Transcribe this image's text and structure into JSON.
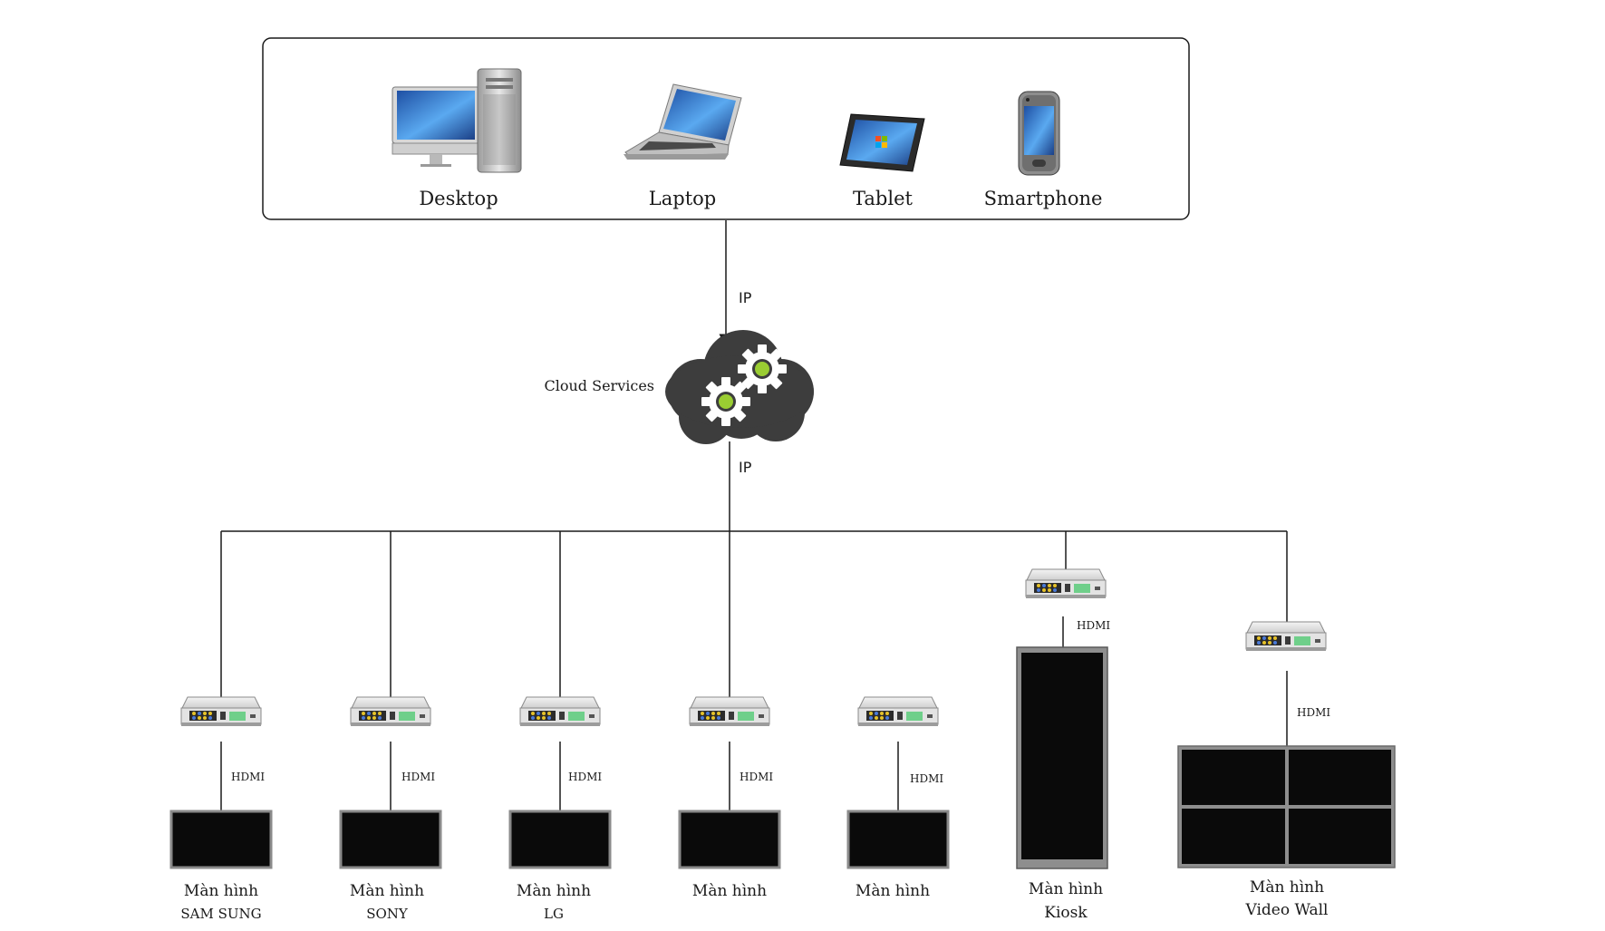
{
  "clients": {
    "desktop": "Desktop",
    "laptop": "Laptop",
    "tablet": "Tablet",
    "smartphone": "Smartphone"
  },
  "links": {
    "top": "IP",
    "bottom": "IP"
  },
  "cloud": {
    "label": "Cloud Services"
  },
  "screens": [
    {
      "cable": "HDMI",
      "line1": "Màn hình",
      "line2": "SAM SUNG"
    },
    {
      "cable": "HDMI",
      "line1": "Màn hình",
      "line2": "SONY"
    },
    {
      "cable": "HDMI",
      "line1": "Màn hình",
      "line2": "LG"
    },
    {
      "cable": "HDMI",
      "line1": "Màn hình",
      "line2": ""
    },
    {
      "cable": "HDMI",
      "line1": "Màn hình",
      "line2": ""
    },
    {
      "cable": "HDMI",
      "line1": "Màn hình",
      "line2": "Kiosk"
    },
    {
      "cable": "HDMI",
      "line1": "Màn hình",
      "line2": "Video Wall"
    }
  ],
  "colors": {
    "cloud": "#3d3d3d",
    "gear_center": "#9acd32",
    "screen": "#0a0a0a",
    "line": "#1a1a1a"
  }
}
